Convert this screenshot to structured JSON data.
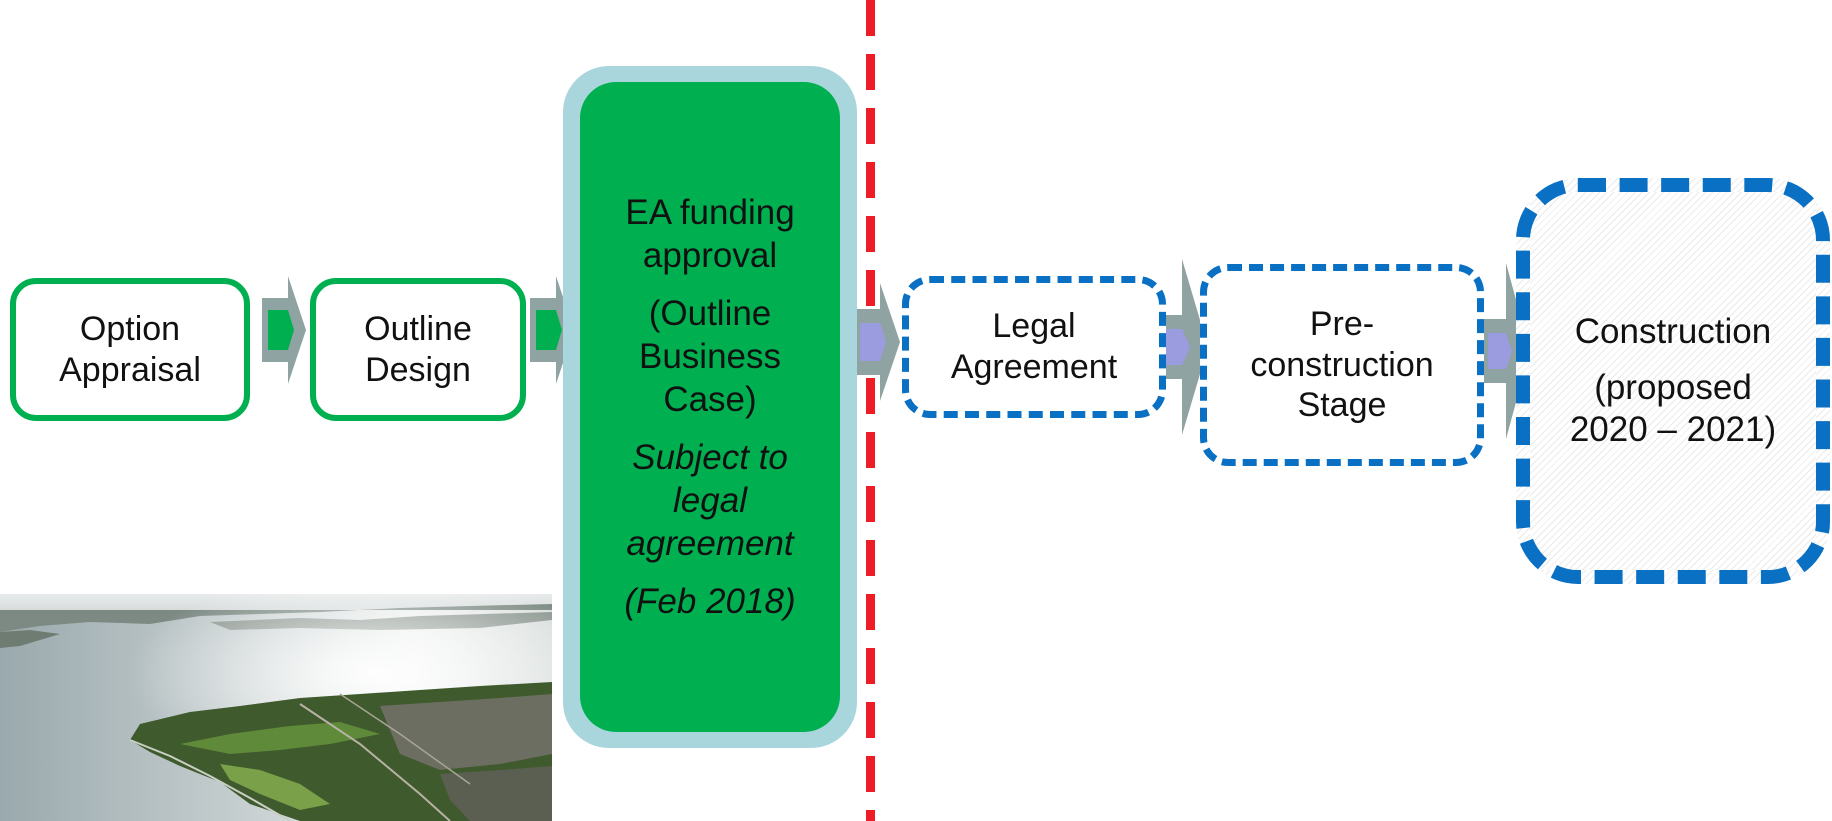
{
  "stages": {
    "option_appraisal": [
      "Option",
      "Appraisal"
    ],
    "outline_design": [
      "Outline",
      "Design"
    ],
    "ea_funding": {
      "title": [
        "EA funding",
        "approval"
      ],
      "paren": [
        "(Outline",
        "Business",
        "Case)"
      ],
      "note": [
        "Subject to",
        "legal",
        "agreement"
      ],
      "date": "(Feb 2018)"
    },
    "legal_agreement": [
      "Legal",
      "Agreement"
    ],
    "pre_construction": [
      "Pre-",
      "construction",
      "Stage"
    ],
    "construction": {
      "title": "Construction",
      "proposed": [
        "(proposed",
        "2020 – 2021)"
      ]
    }
  },
  "colors": {
    "complete_green": "#00b050",
    "funding_halo": "#a9d5dc",
    "planned_blue": "#0a70c4",
    "milestone_red": "#ee1c25",
    "arrow_grey": "#8fa4a2",
    "arrow_inner_purple": "#9b9be0"
  },
  "icons": {
    "stage_arrow": "chevron-arrow-icon",
    "aerial_photo": "aerial-photo"
  }
}
